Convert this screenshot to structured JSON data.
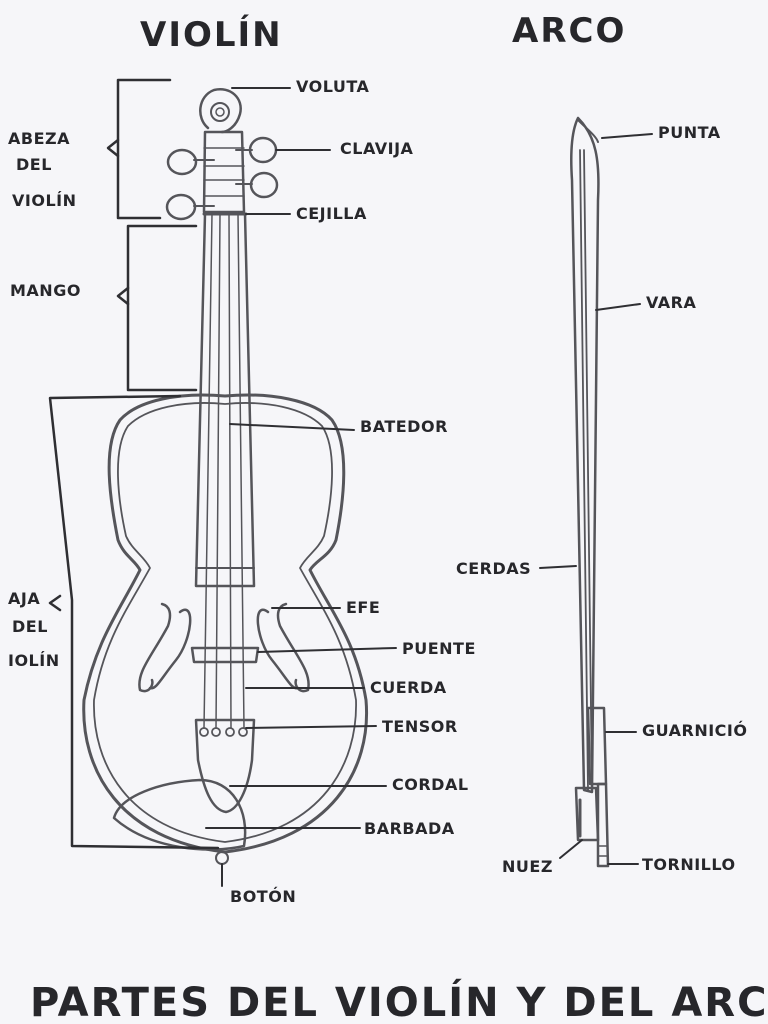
{
  "headings": {
    "violin": "VIOLÍN",
    "bow": "ARCO"
  },
  "groups": {
    "head_1": "ABEZA",
    "head_2": "DEL",
    "head_3": "VIOLÍN",
    "neck": "MANGO",
    "body_1": "AJA",
    "body_2": "DEL",
    "body_3": "IOLÍN"
  },
  "violin_parts": {
    "voluta": "VOLUTA",
    "clavija": "CLAVIJA",
    "cejilla": "CEJILLA",
    "batedor": "BATEDOR",
    "efe": "EFE",
    "puente": "PUENTE",
    "cuerda": "CUERDA",
    "tensor": "TENSOR",
    "cordal": "CORDAL",
    "barbada": "BARBADA",
    "boton": "BOTÓN"
  },
  "bow_parts": {
    "punta": "PUNTA",
    "vara": "VARA",
    "cerdas": "CERDAS",
    "guarnicion": "GUARNICIÓ",
    "nuez": "NUEZ",
    "tornillo": "TORNILLO"
  },
  "footer": {
    "title": "PARTES DEL VIOLÍN Y DEL ARCO"
  },
  "colors": {
    "paper": "#f6f6f9",
    "ink": "#2f2f33",
    "pencil": "#55555a"
  }
}
